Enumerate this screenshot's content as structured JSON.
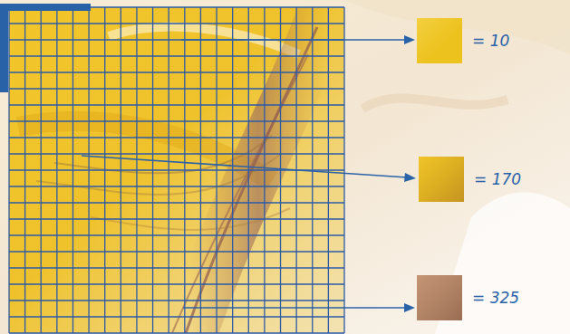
{
  "diagram": {
    "legend": [
      {
        "text": "= 10",
        "color": "#ecc21e"
      },
      {
        "text": "= 170",
        "color": "#dcae22"
      },
      {
        "text": "= 325",
        "color": "#b28466"
      }
    ]
  }
}
